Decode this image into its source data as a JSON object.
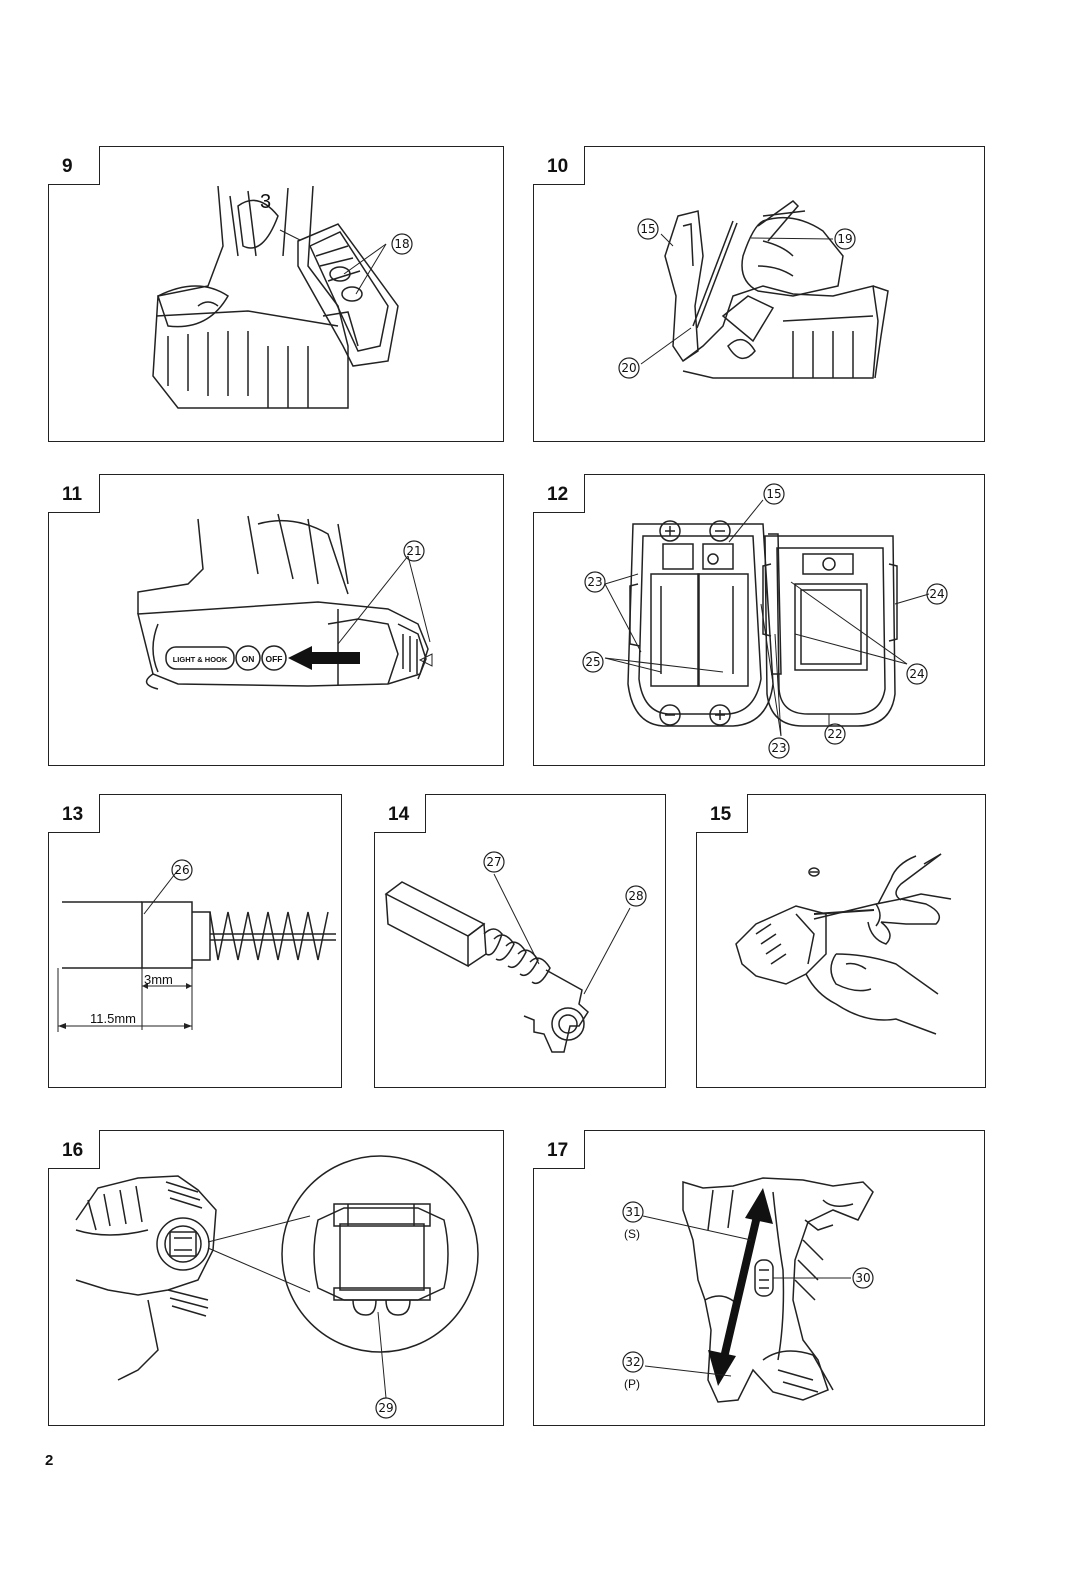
{
  "page_number": "2",
  "figures": [
    {
      "id": "9",
      "callouts": [
        "3",
        "18"
      ]
    },
    {
      "id": "10",
      "callouts": [
        "15",
        "19",
        "20"
      ]
    },
    {
      "id": "11",
      "callouts": [
        "21"
      ],
      "switch_label": "LIGHT & HOOK",
      "on_label": "ON",
      "off_label": "OFF"
    },
    {
      "id": "12",
      "callouts": [
        "15",
        "23",
        "24",
        "25",
        "22"
      ]
    },
    {
      "id": "13",
      "callouts": [
        "26"
      ],
      "dim_short": "3mm",
      "dim_long": "11.5mm"
    },
    {
      "id": "14",
      "callouts": [
        "27",
        "28"
      ]
    },
    {
      "id": "15",
      "callouts": []
    },
    {
      "id": "16",
      "callouts": [
        "29"
      ]
    },
    {
      "id": "17",
      "callouts": [
        "31",
        "30",
        "32"
      ],
      "mode_s": "(S)",
      "mode_p": "(P)"
    }
  ]
}
